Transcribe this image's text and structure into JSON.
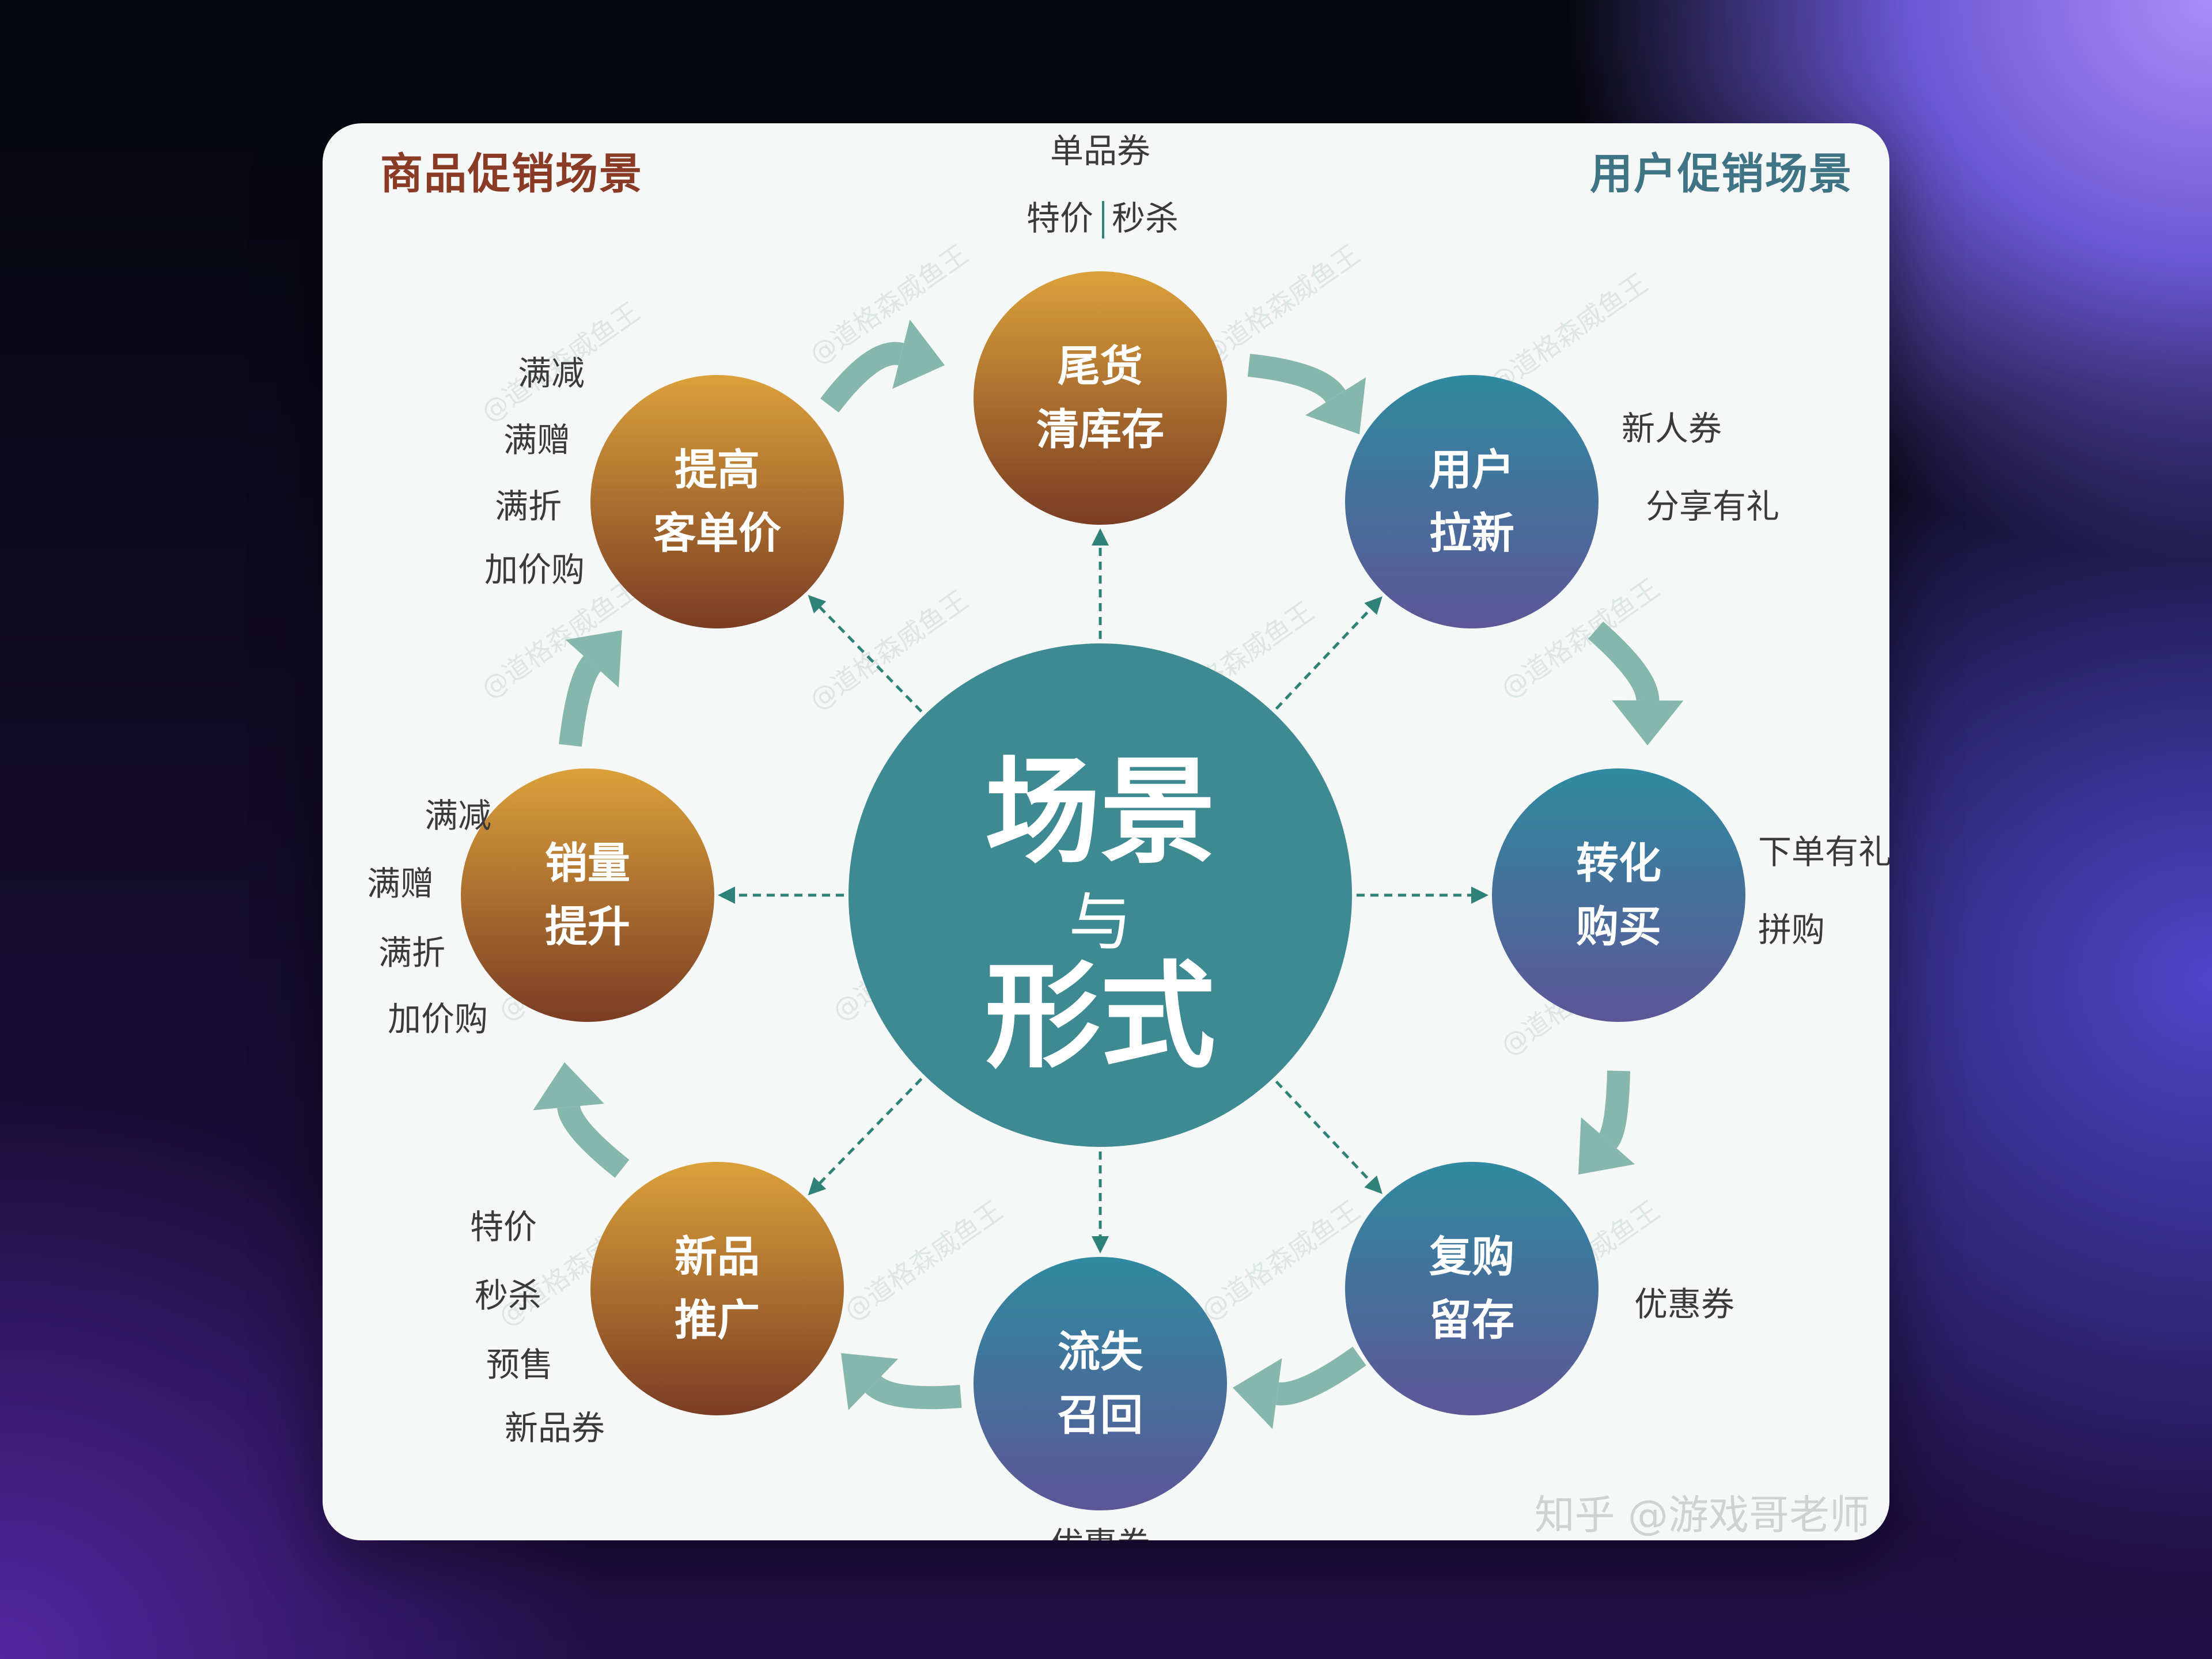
{
  "titles": {
    "left": "商品促销场景",
    "right": "用户促销场景"
  },
  "center": {
    "line1": "场景",
    "line2": "与",
    "line3": "形式"
  },
  "nodes": [
    {
      "id": "clearance",
      "lines": [
        "尾货",
        "清库存"
      ],
      "tags": [
        "单品券",
        "特价",
        "秒杀"
      ]
    },
    {
      "id": "acquisition",
      "lines": [
        "用户",
        "拉新"
      ],
      "tags": [
        "新人券",
        "分享有礼"
      ]
    },
    {
      "id": "conversion",
      "lines": [
        "转化",
        "购买"
      ],
      "tags": [
        "下单有礼",
        "拼购"
      ]
    },
    {
      "id": "retention",
      "lines": [
        "复购",
        "留存"
      ],
      "tags": [
        "优惠券"
      ]
    },
    {
      "id": "winback",
      "lines": [
        "流失",
        "召回"
      ],
      "tags": [
        "优惠券"
      ]
    },
    {
      "id": "newproduct",
      "lines": [
        "新品",
        "推广"
      ],
      "tags": [
        "特价",
        "秒杀",
        "预售",
        "新品券"
      ]
    },
    {
      "id": "sales",
      "lines": [
        "销量",
        "提升"
      ],
      "tags": [
        "满减",
        "满赠",
        "满折",
        "加价购"
      ]
    },
    {
      "id": "aov",
      "lines": [
        "提高",
        "客单价"
      ],
      "tags": [
        "满减",
        "满赠",
        "满折",
        "加价购"
      ]
    }
  ],
  "watermark": "知乎 @游戏哥老师",
  "colors": {
    "card": "#f6f8f8",
    "center": "#3e8a92",
    "orange_top": "#dba13a",
    "orange_bottom": "#7a3d24",
    "blue_top": "#2f8aa0",
    "blue_bottom": "#5d5697",
    "arrow": "#86b7ac",
    "dash": "#2f8278",
    "left_title": "#8a3b25",
    "right_title": "#3f7485",
    "tag_text": "#3a3a3a"
  }
}
